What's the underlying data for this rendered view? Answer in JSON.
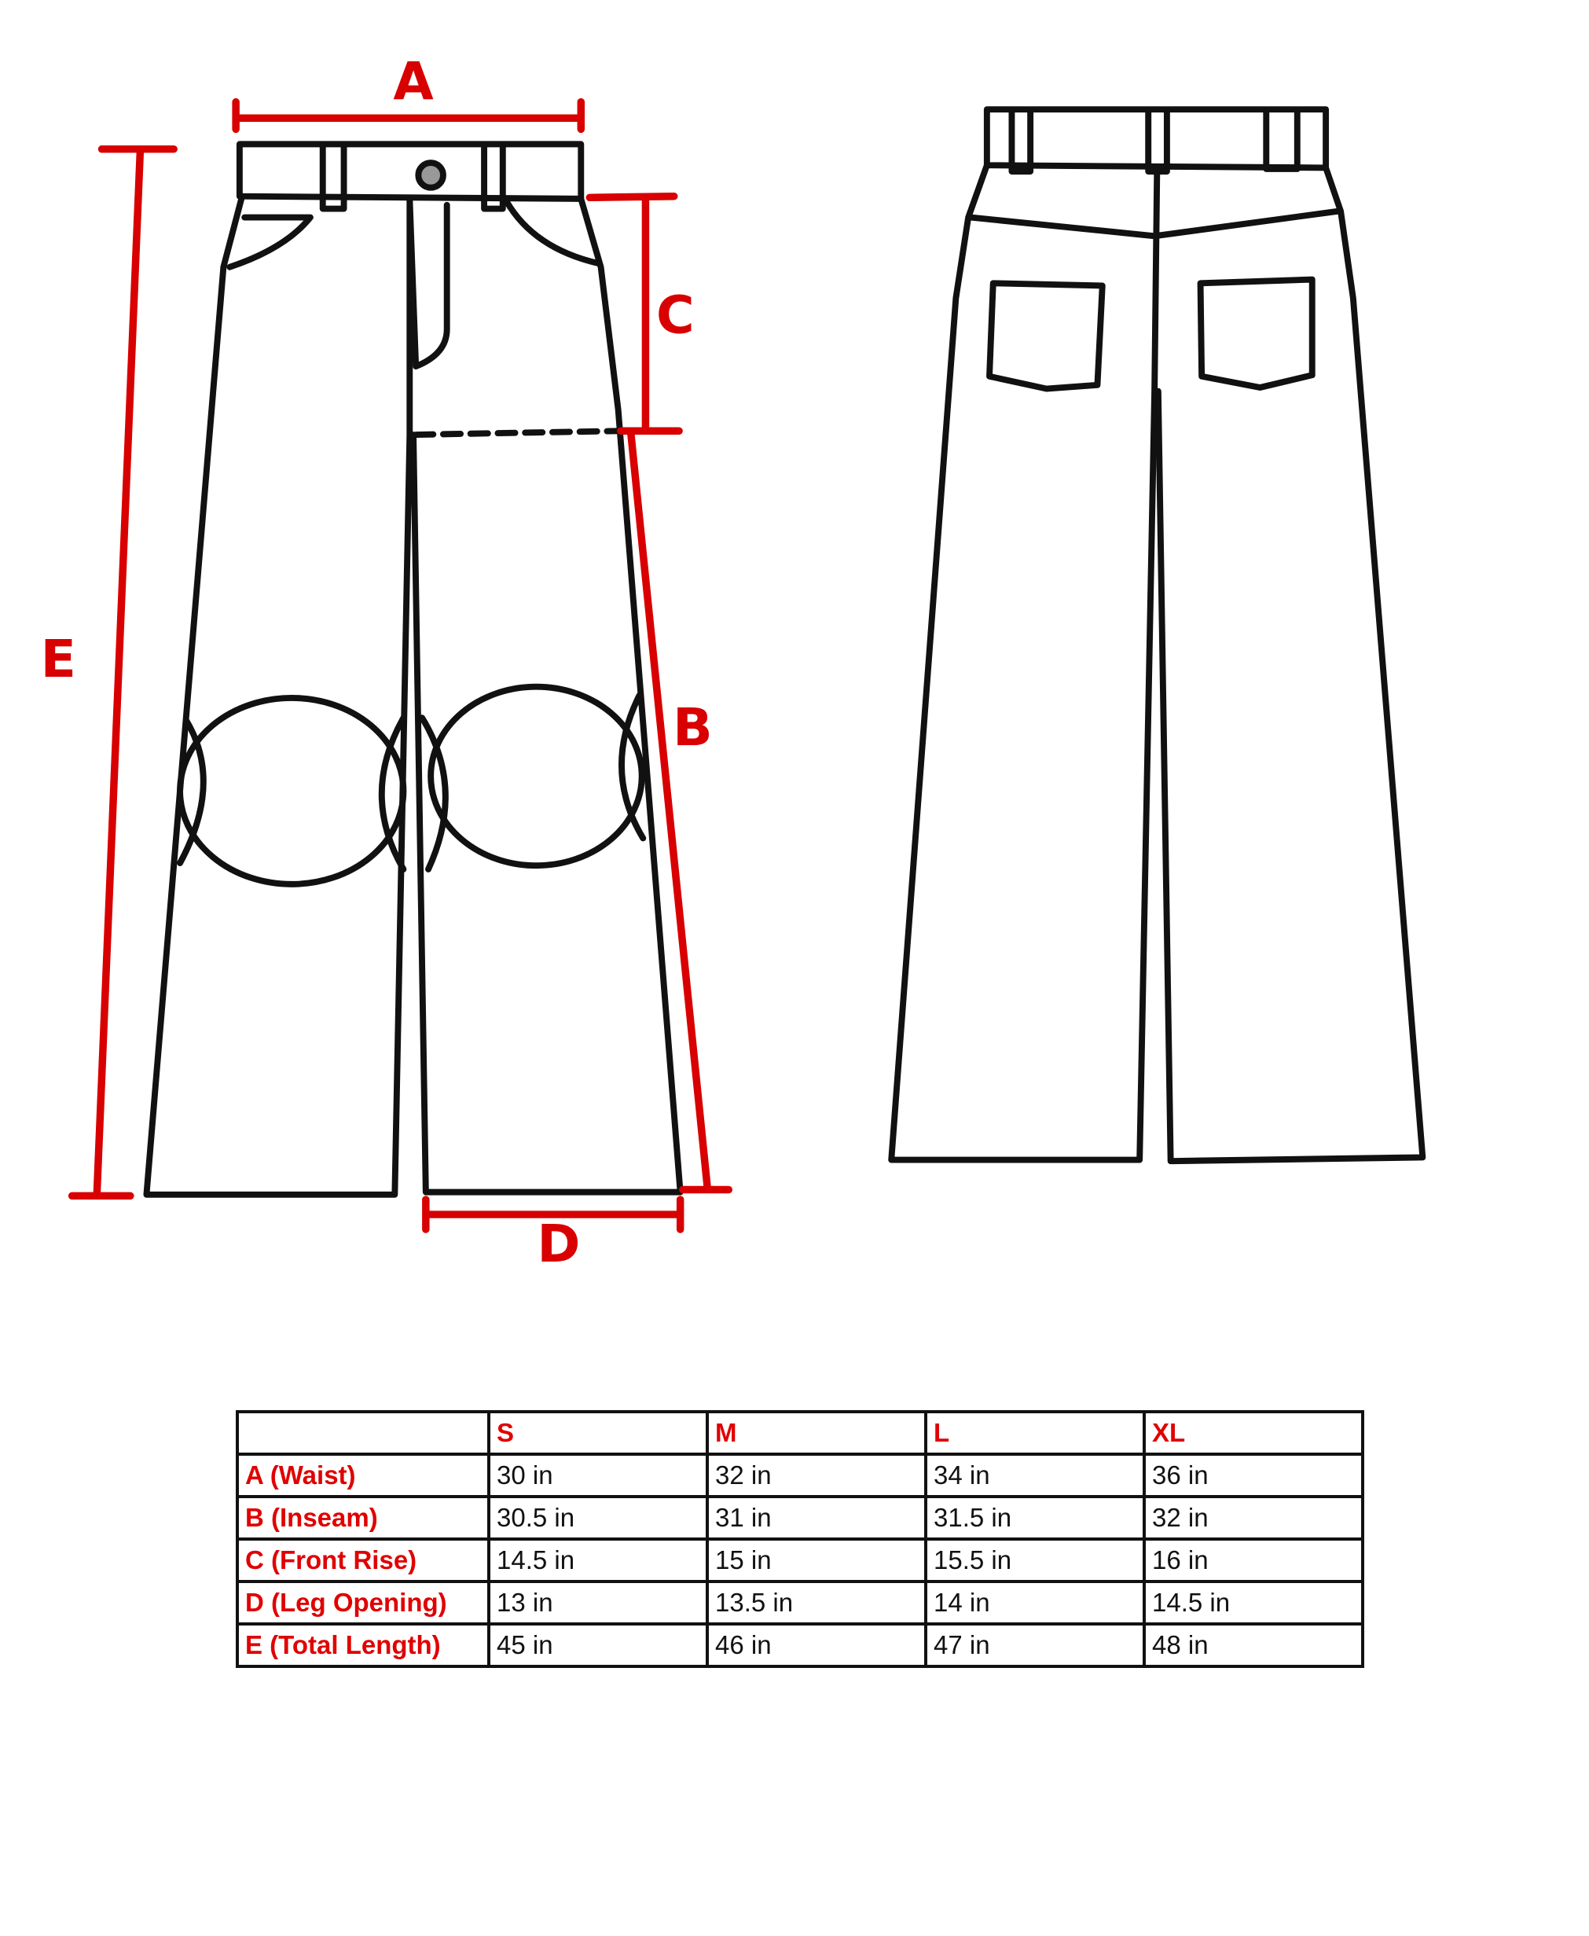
{
  "labels": {
    "a": "A",
    "b": "B",
    "c": "C",
    "d": "D",
    "e": "E"
  },
  "colors": {
    "accent": "#d80000",
    "line": "#111111"
  },
  "table": {
    "headers": [
      "",
      "S",
      "M",
      "L",
      "XL"
    ],
    "rows": [
      {
        "label": "A (Waist)",
        "values": [
          "30 in",
          "32 in",
          "34 in",
          "36 in"
        ]
      },
      {
        "label": "B (Inseam)",
        "values": [
          "30.5 in",
          "31 in",
          "31.5 in",
          "32 in"
        ]
      },
      {
        "label": "C (Front Rise)",
        "values": [
          "14.5 in",
          "15 in",
          "15.5 in",
          "16 in"
        ]
      },
      {
        "label": "D (Leg Opening)",
        "values": [
          "13 in",
          "13.5 in",
          "14 in",
          "14.5 in"
        ]
      },
      {
        "label": "E (Total Length)",
        "values": [
          "45 in",
          "46 in",
          "47 in",
          "48 in"
        ]
      }
    ]
  }
}
